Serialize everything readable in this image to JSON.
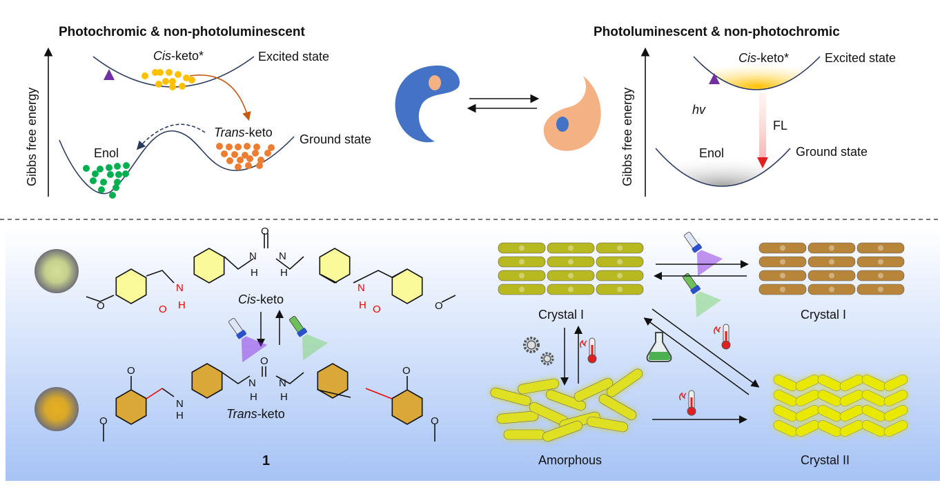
{
  "left_panel": {
    "title": "Photochromic & non-photoluminescent",
    "y_axis": "Gibbs free energy",
    "excited_species": "Cis",
    "excited_suffix": "-keto*",
    "excited_state": "Excited state",
    "trans_species": "Trans",
    "trans_suffix": "-keto",
    "enol": "Enol",
    "ground_state": "Ground state"
  },
  "right_panel": {
    "title": "Photoluminescent & non-photochromic",
    "y_axis": "Gibbs free energy",
    "excited_species": "Cis",
    "excited_suffix": "-keto*",
    "excited_state": "Excited state",
    "hv": "hv",
    "fl": "FL",
    "enol": "Enol",
    "ground_state": "Ground state"
  },
  "colors": {
    "yin_blue": "#4472c4",
    "yin_orange": "#f4b183",
    "cis_dots": "#ffc000",
    "trans_dots": "#ed7d31",
    "enol_dots": "#00b050",
    "crystal_I_yellow": "#b8b820",
    "crystal_I_brown": "#b8863b",
    "crystal_II": "#e8e800"
  },
  "molecule": {
    "cis_species": "Cis",
    "cis_suffix": "-keto",
    "trans_species": "Trans",
    "trans_suffix": "-keto",
    "compound_number": "1",
    "atom_O": "O",
    "atom_N": "N",
    "atom_H": "H"
  },
  "phases": {
    "crystal_I_left": "Crystal I",
    "crystal_I_right": "Crystal I",
    "amorphous": "Amorphous",
    "crystal_II": "Crystal II"
  }
}
